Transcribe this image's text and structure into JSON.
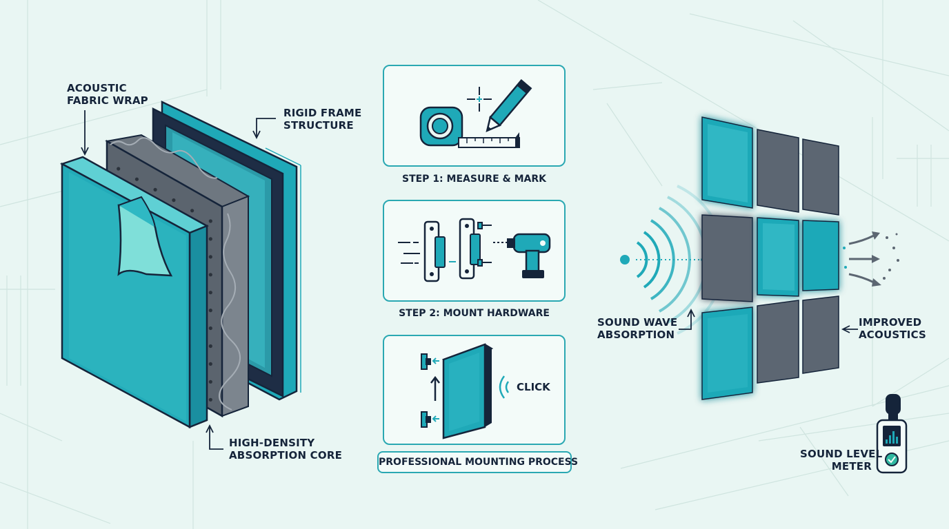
{
  "labels": {
    "fabric_wrap": [
      "ACOUSTIC",
      "FABRIC WRAP"
    ],
    "rigid_frame": [
      "RIGID FRAME",
      "STRUCTURE"
    ],
    "core": [
      "HIGH-DENSITY",
      "ABSORPTION CORE"
    ],
    "sound_wave": [
      "SOUND WAVE",
      "ABSORPTION"
    ],
    "improved": [
      "IMPROVED",
      "ACOUSTICS"
    ],
    "meter": [
      "SOUND LEVEL",
      "METER"
    ]
  },
  "steps": [
    {
      "title": "STEP 1: MEASURE & MARK"
    },
    {
      "title": "STEP 2: MOUNT HARDWARE"
    }
  ],
  "step3": {
    "click_label": "CLICK"
  },
  "banner": "PROFESSIONAL MOUNTING PROCESS",
  "colors": {
    "teal": "#1fa9b8",
    "teal_light": "#49c8cf",
    "navy": "#15243a",
    "grey_panel": "#5c6672",
    "background": "#e9f6f3"
  }
}
